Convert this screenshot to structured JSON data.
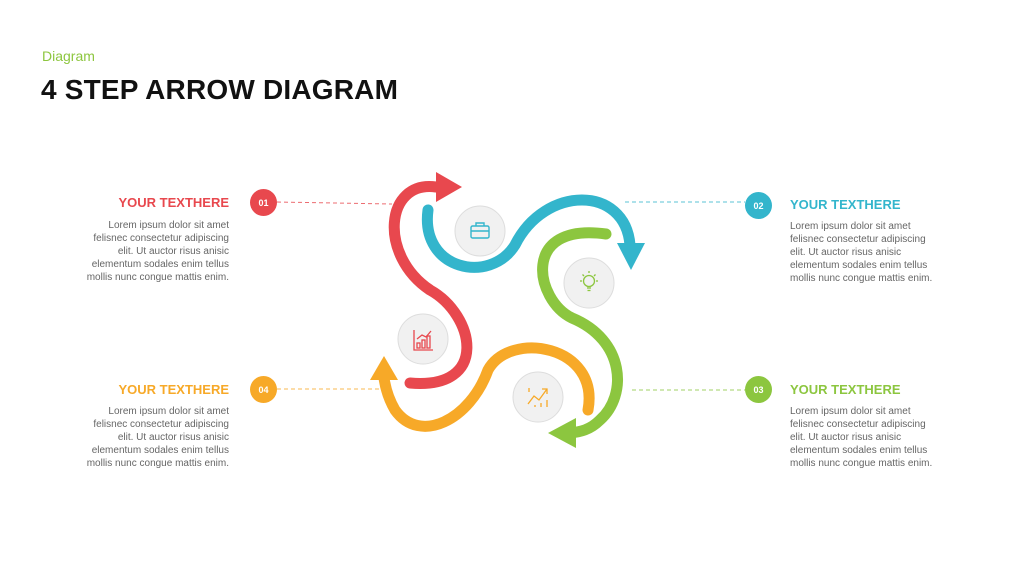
{
  "header": {
    "kicker": "Diagram",
    "title": "4 STEP ARROW DIAGRAM"
  },
  "colors": {
    "step1": "#e8484e",
    "step2": "#33b5cc",
    "step3": "#8cc63f",
    "step4": "#f7a928",
    "kicker": "#8dc63f"
  },
  "steps": [
    {
      "number": "01",
      "heading": "YOUR TEXTHERE",
      "body": "Lorem ipsum dolor sit amet felisnec consectetur adipiscing elit. Ut auctor risus anisic elementum sodales enim tellus mollis nunc congue mattis enim.",
      "icon": "briefcase-icon"
    },
    {
      "number": "02",
      "heading": "YOUR TEXTHERE",
      "body": "Lorem ipsum dolor sit amet felisnec consectetur adipiscing elit. Ut auctor risus anisic elementum sodales enim tellus mollis nunc congue mattis enim.",
      "icon": "lightbulb-icon"
    },
    {
      "number": "03",
      "heading": "YOUR TEXTHERE",
      "body": "Lorem ipsum dolor sit amet felisnec consectetur adipiscing elit. Ut auctor risus anisic elementum sodales enim tellus mollis nunc congue mattis enim.",
      "icon": "growth-chart-icon"
    },
    {
      "number": "04",
      "heading": "YOUR TEXTHERE",
      "body": "Lorem ipsum dolor sit amet felisnec consectetur adipiscing elit. Ut auctor risus anisic elementum sodales enim tellus mollis nunc congue mattis enim.",
      "icon": "bar-chart-icon"
    }
  ]
}
